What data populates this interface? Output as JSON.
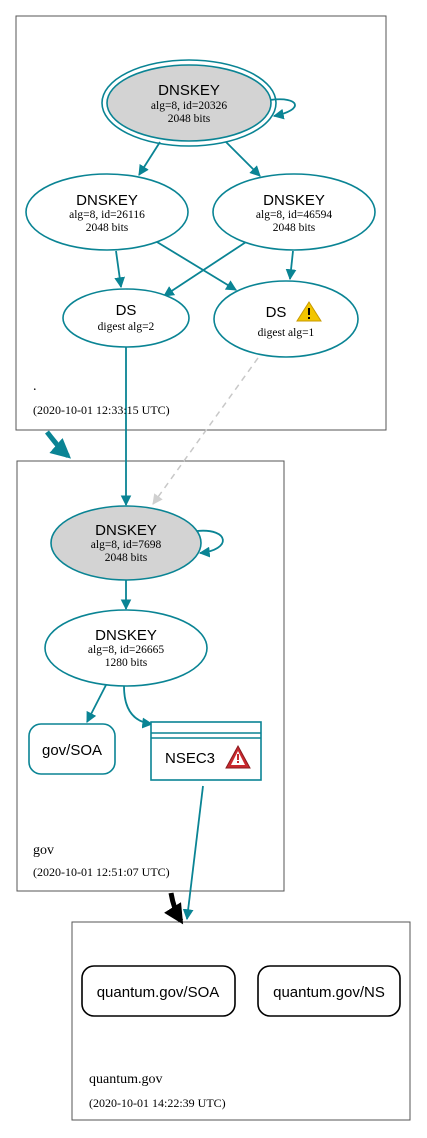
{
  "zones": {
    "root": {
      "name": ".",
      "timestamp": "(2020-10-01 12:33:15 UTC)"
    },
    "gov": {
      "name": "gov",
      "timestamp": "(2020-10-01 12:51:07 UTC)"
    },
    "quantum": {
      "name": "quantum.gov",
      "timestamp": "(2020-10-01 14:22:39 UTC)"
    }
  },
  "nodes": {
    "root_ksk": {
      "title": "DNSKEY",
      "line1": "alg=8, id=20326",
      "line2": "2048 bits"
    },
    "root_zsk1": {
      "title": "DNSKEY",
      "line1": "alg=8, id=26116",
      "line2": "2048 bits"
    },
    "root_zsk2": {
      "title": "DNSKEY",
      "line1": "alg=8, id=46594",
      "line2": "2048 bits"
    },
    "ds_alg2": {
      "title": "DS",
      "line1": "digest alg=2"
    },
    "ds_alg1": {
      "title": "DS",
      "line1": "digest alg=1"
    },
    "gov_ksk": {
      "title": "DNSKEY",
      "line1": "alg=8, id=7698",
      "line2": "2048 bits"
    },
    "gov_zsk": {
      "title": "DNSKEY",
      "line1": "alg=8, id=26665",
      "line2": "1280 bits"
    },
    "gov_soa": {
      "label": "gov/SOA"
    },
    "gov_nsec3": {
      "label": "NSEC3"
    },
    "q_soa": {
      "label": "quantum.gov/SOA"
    },
    "q_ns": {
      "label": "quantum.gov/NS"
    }
  },
  "colors": {
    "secure": "#0a8494",
    "insecure_delegation": "#000000",
    "ksk_fill": "#d3d3d3",
    "warning": "#f2c500",
    "error": "#c8282d",
    "dashed": "#c8c8c8"
  },
  "icons": {
    "warning": "warning-icon",
    "error": "error-icon"
  }
}
